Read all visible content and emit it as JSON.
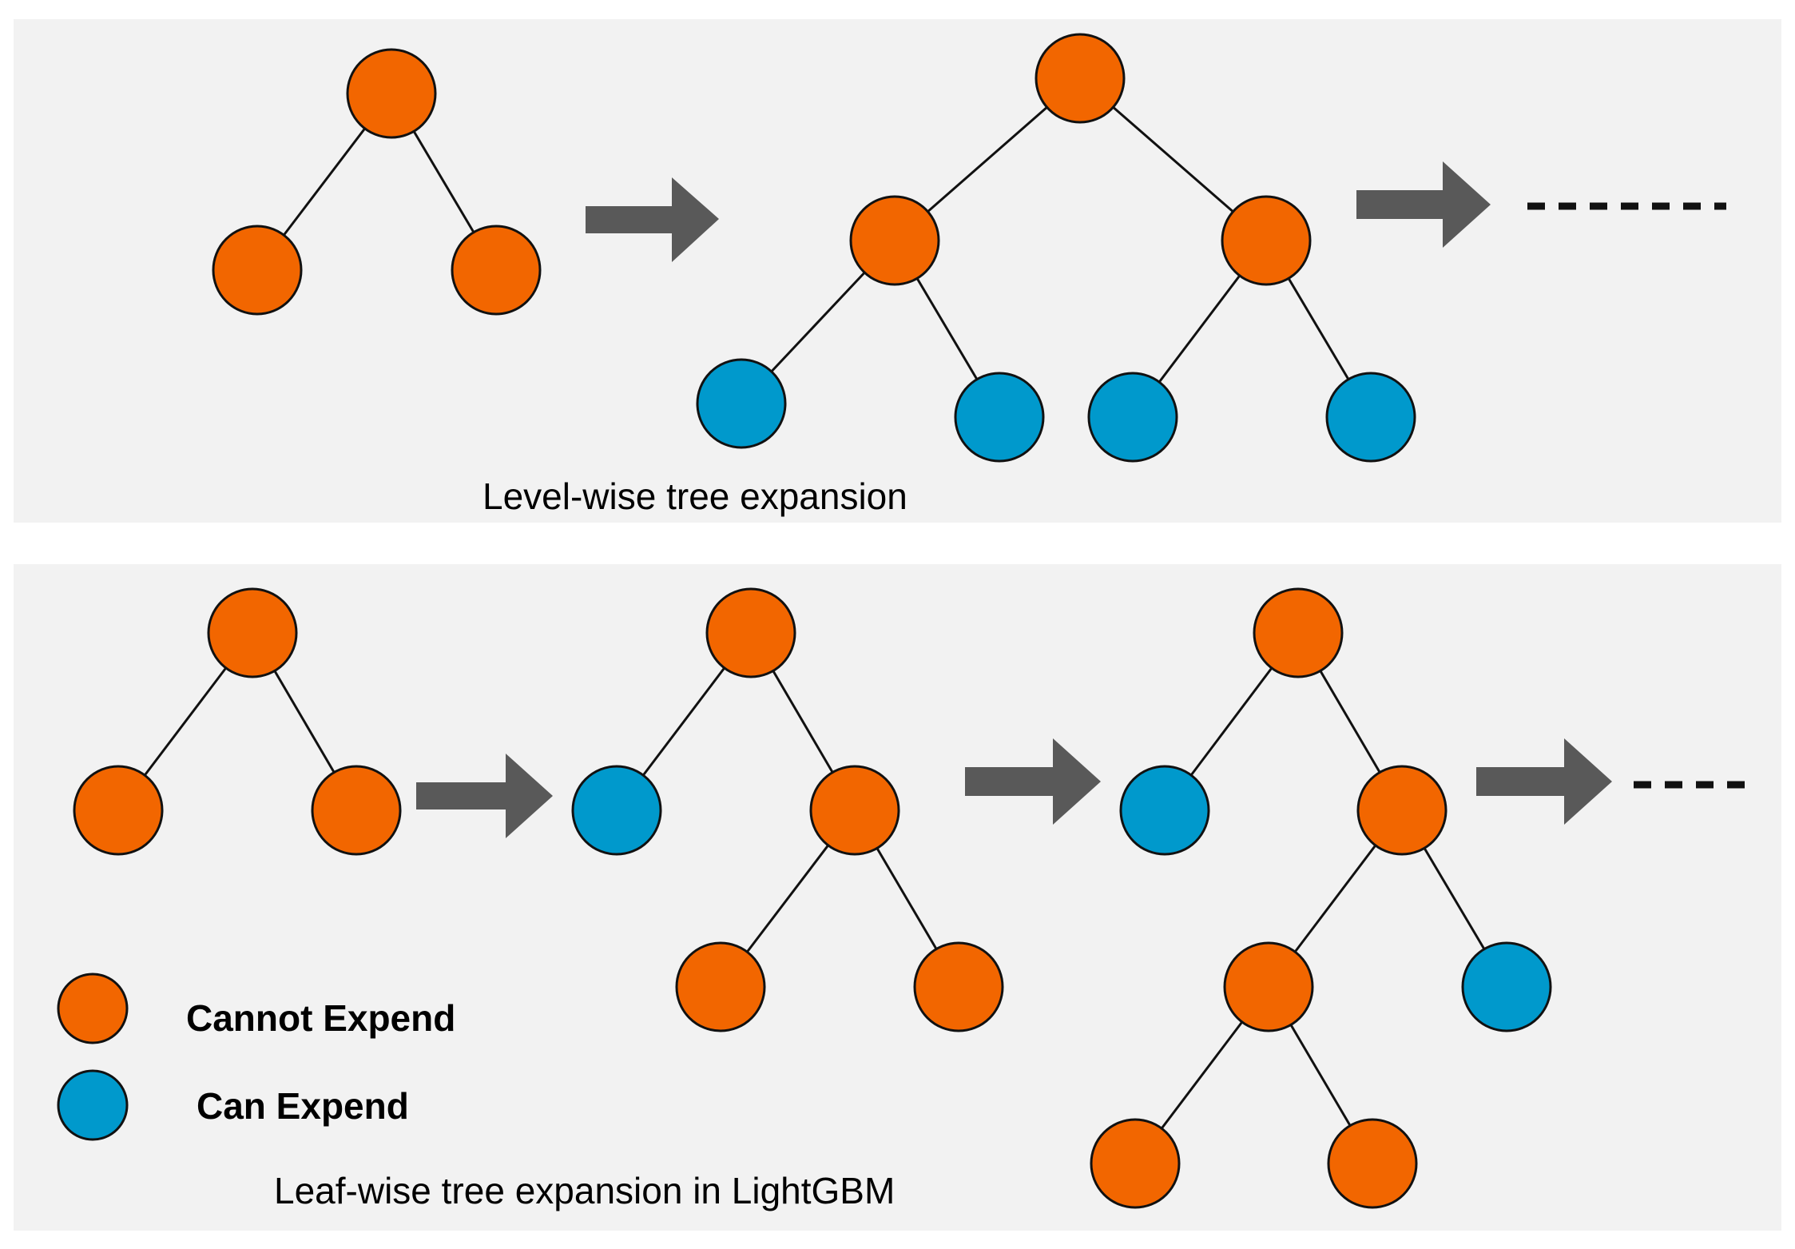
{
  "level_wise": {
    "caption": "Level-wise tree expansion"
  },
  "leaf_wise": {
    "caption": "Leaf-wise tree expansion in LightGBM"
  },
  "legend": {
    "cannot_expend_label": "Cannot Expend",
    "can_expend_label": "Can Expend"
  },
  "colors": {
    "cannot_expend": "#f26600",
    "can_expend": "#0099cc",
    "arrow": "#595959",
    "panel_background": "#f2f2f2"
  },
  "icons": {
    "arrow": "right-arrow-icon",
    "continuation": "ellipsis-icon"
  }
}
